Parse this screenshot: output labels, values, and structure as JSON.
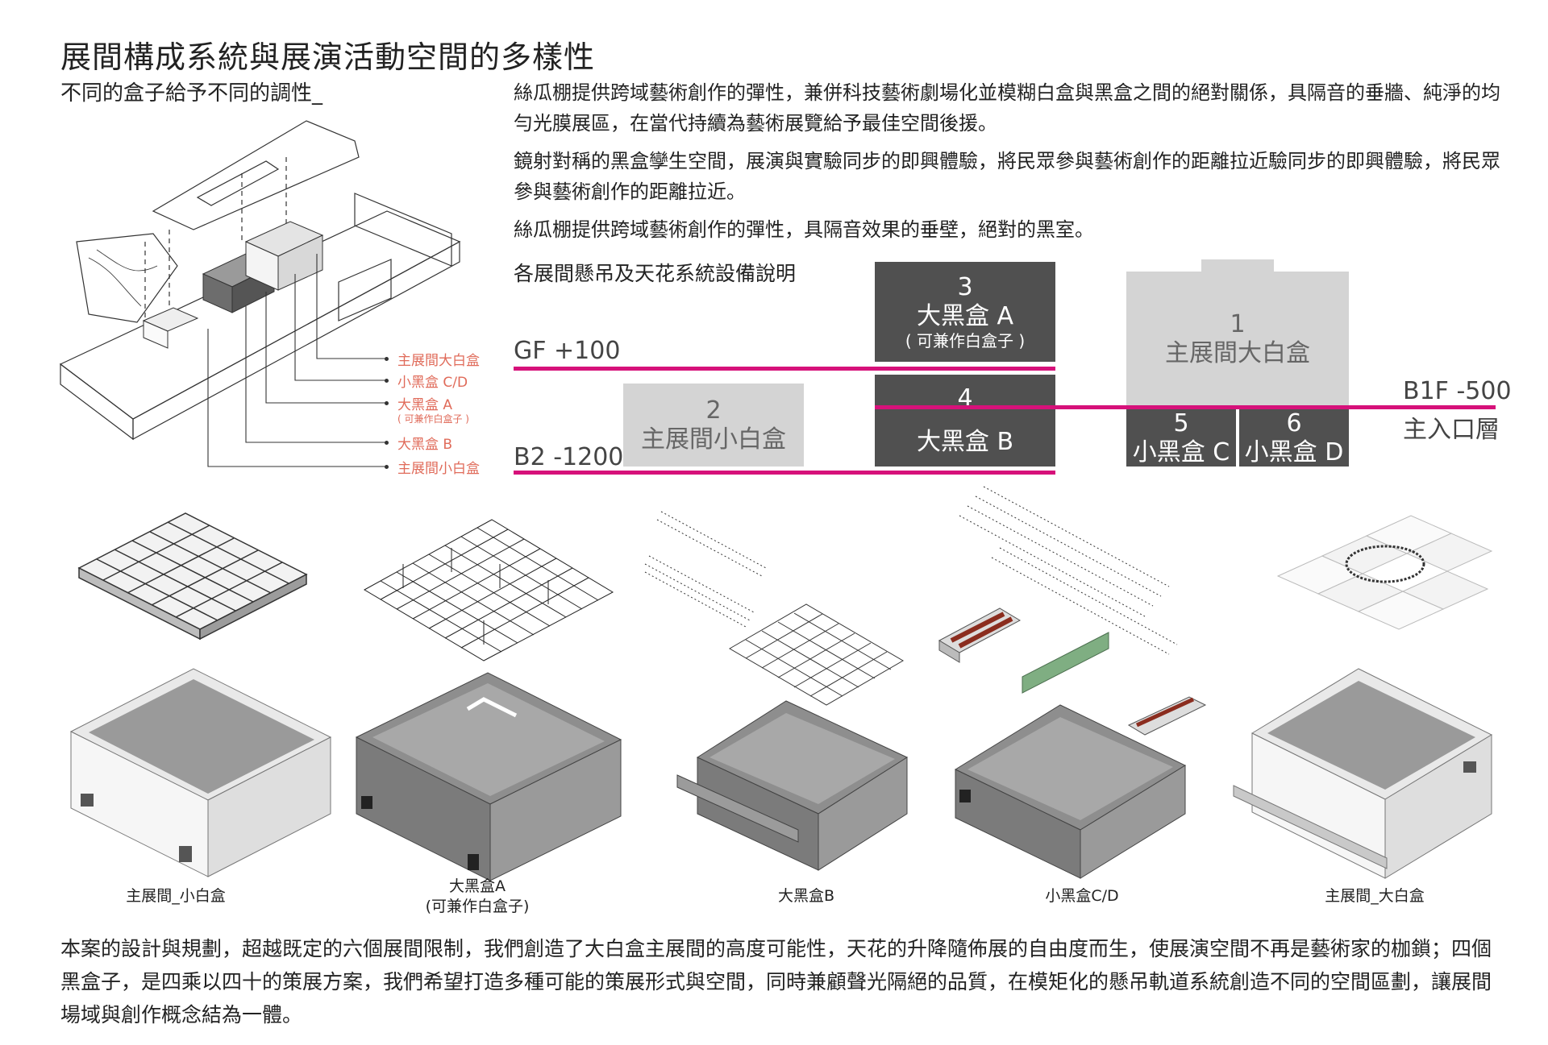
{
  "header": {
    "title": "展間構成系統與展演活動空間的多樣性",
    "subtitle": "不同的盒子給予不同的調性_"
  },
  "paragraphs": [
    "絲瓜棚提供跨域藝術創作的彈性，兼併科技藝術劇場化並模糊白盒與黑盒之間的絕對關係，具隔音的垂牆、純淨的均勻光膜展區，在當代持續為藝術展覽給予最佳空間後援。",
    "鏡射對稱的黑盒孿生空間，展演與實驗同步的即興體驗，將民眾參與藝術創作的距離拉近驗同步的即興體驗，將民眾參與藝術創作的距離拉近。",
    "絲瓜棚提供跨域藝術創作的彈性，具隔音效果的垂壁，絕對的黑室。"
  ],
  "section": {
    "heading": "各展間懸吊及天花系統設備說明",
    "levels": {
      "gf": "GF +100",
      "b1f": "B1F -500",
      "b1f_note": "主入口層",
      "b2": "B2 -1200"
    },
    "boxes": {
      "b3": {
        "num": "3",
        "name": "大黑盒 A",
        "note": "( 可兼作白盒子 )"
      },
      "b4": {
        "num": "4",
        "name": "大黑盒 B"
      },
      "b1": {
        "num": "1",
        "name": "主展間大白盒"
      },
      "b2": {
        "num": "2",
        "name": "主展間小白盒"
      },
      "b5": {
        "num": "5",
        "name": "小黑盒 C"
      },
      "b6": {
        "num": "6",
        "name": "小黑盒 D"
      }
    },
    "colors": {
      "level_line": "#d6117a",
      "dark_box": "#505050",
      "light_box": "#d4d4d4",
      "legend_text": "#e06b5a"
    }
  },
  "legend": [
    {
      "label": "主展間大白盒"
    },
    {
      "label": "小黑盒 C/D"
    },
    {
      "label": "大黑盒 A",
      "sub": "( 可兼作白盒子 )"
    },
    {
      "label": "大黑盒 B"
    },
    {
      "label": "主展間小白盒"
    }
  ],
  "captions": [
    {
      "line1": "主展間_小白盒"
    },
    {
      "line1": "大黑盒A",
      "line2": "(可兼作白盒子)"
    },
    {
      "line1": "大黑盒B"
    },
    {
      "line1": "小黑盒C/D"
    },
    {
      "line1": "主展間_大白盒"
    }
  ],
  "bottom_text": "本案的設計與規劃，超越既定的六個展間限制，我們創造了大白盒主展間的高度可能性，天花的升降隨佈展的自由度而生，使展演空間不再是藝術家的枷鎖；四個黑盒子，是四乘以四十的策展方案，我們希望打造多種可能的策展形式與空間，同時兼顧聲光隔絕的品質，在模矩化的懸吊軌道系統創造不同的空間區劃，讓展間場域與創作概念結為一體。"
}
